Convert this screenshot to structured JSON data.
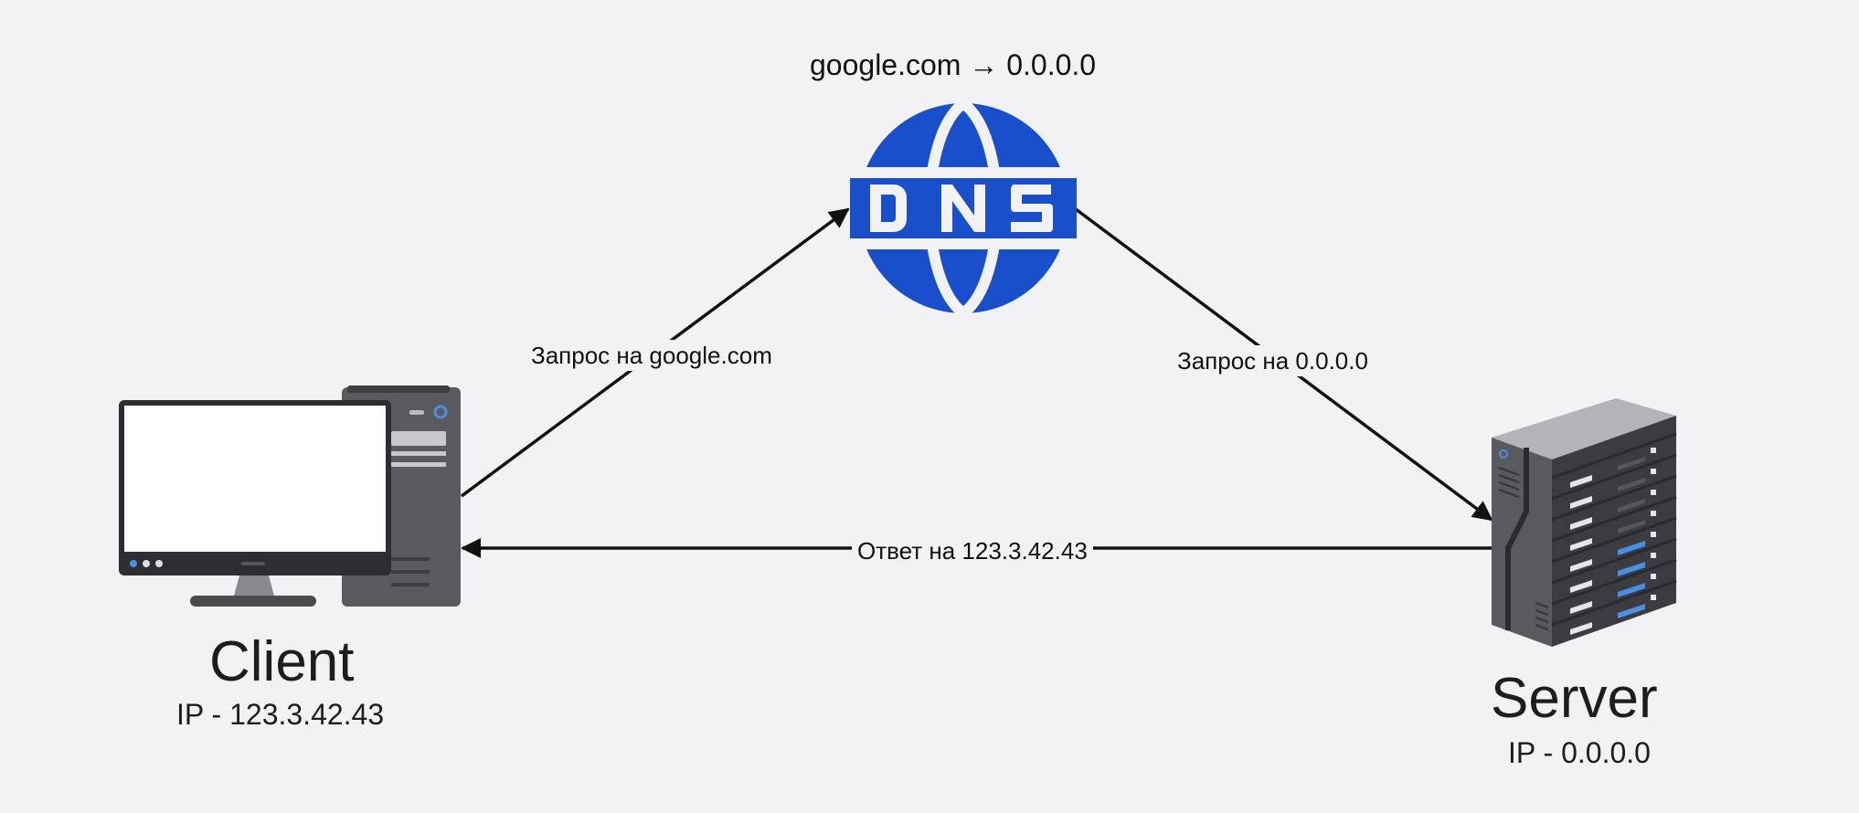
{
  "dns": {
    "caption": "google.com → 0.0.0.0",
    "logo_text": "DNS",
    "icon": "dns-globe-icon",
    "color": "#1a4fcc"
  },
  "edges": {
    "client_to_dns": "Запрос на google.com",
    "dns_to_server": "Запрос на 0.0.0.0",
    "server_to_client": "Ответ на 123.3.42.43"
  },
  "client": {
    "title": "Client",
    "ip": "IP - 123.3.42.43",
    "icon": "desktop-computer-icon"
  },
  "server": {
    "title": "Server",
    "ip": "IP - 0.0.0.0",
    "icon": "server-rack-icon"
  },
  "colors": {
    "background": "#f2f2f4",
    "arrow": "#111111",
    "server_accent": "#4a90e2"
  }
}
